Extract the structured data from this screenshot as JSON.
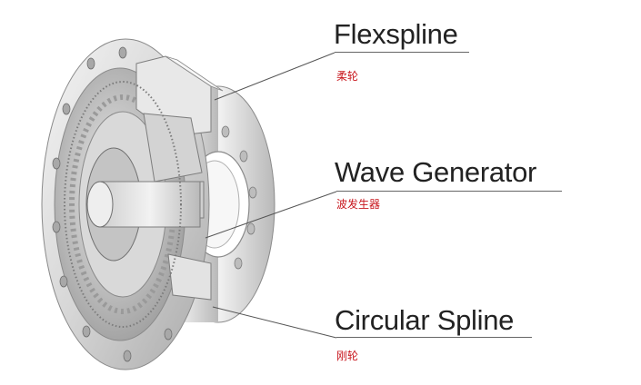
{
  "labels": {
    "flexspline": {
      "en": "Flexspline",
      "cn": "柔轮"
    },
    "wave_generator": {
      "en": "Wave Generator",
      "cn": "波发生器"
    },
    "circular_spline": {
      "en": "Circular Spline",
      "cn": "刚轮"
    }
  },
  "colors": {
    "english_text": "#222222",
    "chinese_text": "#c8161d",
    "leader_line": "#555555"
  }
}
